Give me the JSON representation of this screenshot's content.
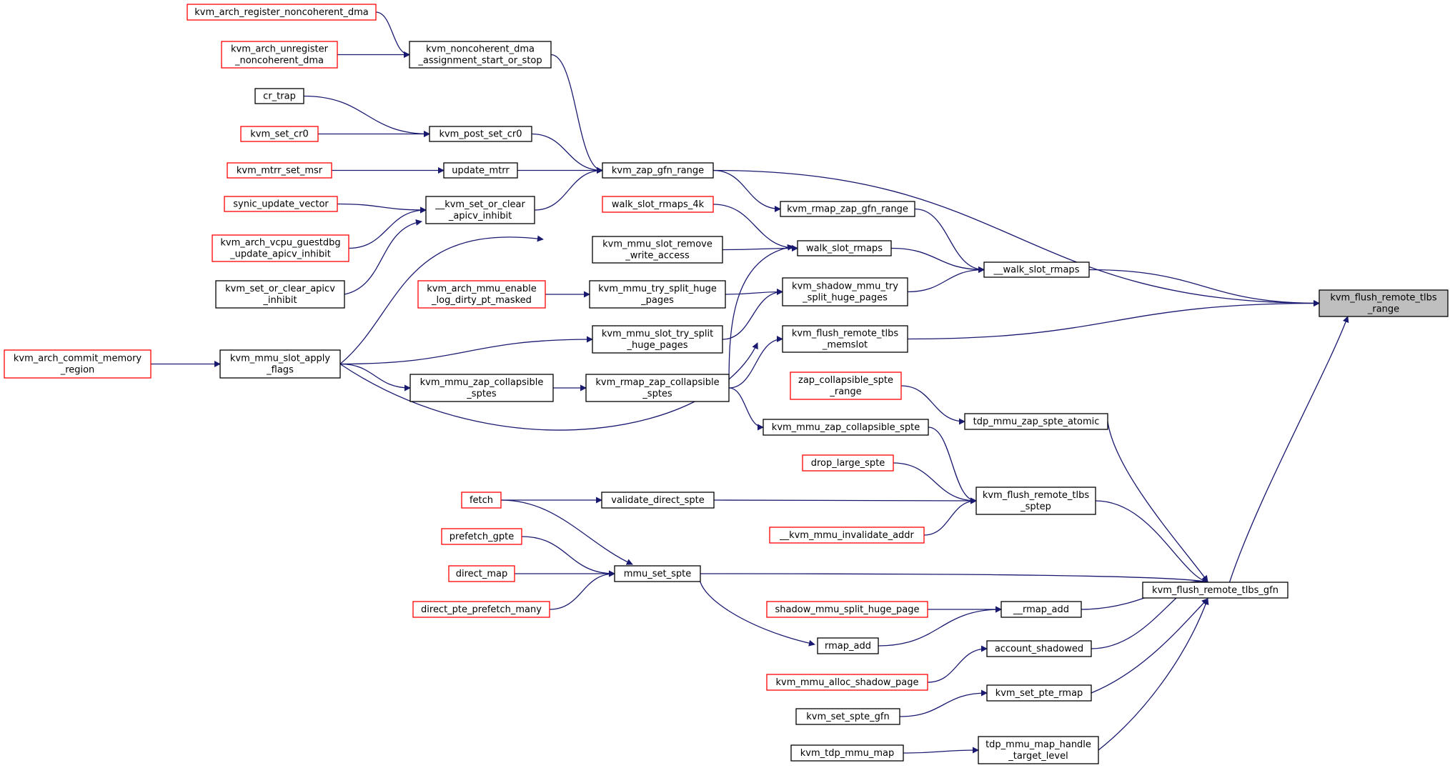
{
  "colors": {
    "edge": "#191970",
    "border_default": "#000000",
    "border_red": "#ff0000",
    "root_fill": "#bfbfbf",
    "node_fill": "#ffffff"
  },
  "nodes": [
    {
      "id": "kvm_flush_remote_tlbs_range",
      "lines": [
        "kvm_flush_remote_tlbs",
        "_range"
      ],
      "style": "root"
    },
    {
      "id": "__walk_slot_rmaps",
      "lines": [
        "__walk_slot_rmaps"
      ],
      "style": "default"
    },
    {
      "id": "kvm_zap_gfn_range",
      "lines": [
        "kvm_zap_gfn_range"
      ],
      "style": "default"
    },
    {
      "id": "kvm_flush_remote_tlbs_memslot",
      "lines": [
        "kvm_flush_remote_tlbs",
        "_memslot"
      ],
      "style": "default"
    },
    {
      "id": "kvm_flush_remote_tlbs_gfn",
      "lines": [
        "kvm_flush_remote_tlbs_gfn"
      ],
      "style": "default"
    },
    {
      "id": "kvm_rmap_zap_gfn_range",
      "lines": [
        "kvm_rmap_zap_gfn_range"
      ],
      "style": "default"
    },
    {
      "id": "walk_slot_rmaps",
      "lines": [
        "walk_slot_rmaps"
      ],
      "style": "default"
    },
    {
      "id": "kvm_shadow_mmu_try_split_huge_pages",
      "lines": [
        "kvm_shadow_mmu_try",
        "_split_huge_pages"
      ],
      "style": "default"
    },
    {
      "id": "kvm_noncoherent_dma_assignment_start_or_stop",
      "lines": [
        "kvm_noncoherent_dma",
        "_assignment_start_or_stop"
      ],
      "style": "default"
    },
    {
      "id": "kvm_post_set_cr0",
      "lines": [
        "kvm_post_set_cr0"
      ],
      "style": "default"
    },
    {
      "id": "update_mtrr",
      "lines": [
        "update_mtrr"
      ],
      "style": "default"
    },
    {
      "id": "__kvm_set_or_clear_apicv_inhibit",
      "lines": [
        "__kvm_set_or_clear",
        "_apicv_inhibit"
      ],
      "style": "default"
    },
    {
      "id": "kvm_arch_register_noncoherent_dma",
      "lines": [
        "kvm_arch_register_noncoherent_dma"
      ],
      "style": "red"
    },
    {
      "id": "kvm_arch_unregister_noncoherent_dma",
      "lines": [
        "kvm_arch_unregister",
        "_noncoherent_dma"
      ],
      "style": "red"
    },
    {
      "id": "cr_trap",
      "lines": [
        "cr_trap"
      ],
      "style": "default"
    },
    {
      "id": "kvm_set_cr0",
      "lines": [
        "kvm_set_cr0"
      ],
      "style": "red"
    },
    {
      "id": "kvm_mtrr_set_msr",
      "lines": [
        "kvm_mtrr_set_msr"
      ],
      "style": "red"
    },
    {
      "id": "synic_update_vector",
      "lines": [
        "synic_update_vector"
      ],
      "style": "red"
    },
    {
      "id": "kvm_arch_vcpu_guestdbg_update_apicv_inhibit",
      "lines": [
        "kvm_arch_vcpu_guestdbg",
        "_update_apicv_inhibit"
      ],
      "style": "red"
    },
    {
      "id": "kvm_set_or_clear_apicv_inhibit",
      "lines": [
        "kvm_set_or_clear_apicv",
        "_inhibit"
      ],
      "style": "default"
    },
    {
      "id": "walk_slot_rmaps_4k",
      "lines": [
        "walk_slot_rmaps_4k"
      ],
      "style": "red"
    },
    {
      "id": "kvm_mmu_slot_remove_write_access",
      "lines": [
        "kvm_mmu_slot_remove",
        "_write_access"
      ],
      "style": "default"
    },
    {
      "id": "kvm_rmap_zap_collapsible_sptes",
      "lines": [
        "kvm_rmap_zap_collapsible",
        "_sptes"
      ],
      "style": "default"
    },
    {
      "id": "kvm_mmu_try_split_huge_pages",
      "lines": [
        "kvm_mmu_try_split_huge",
        "_pages"
      ],
      "style": "default"
    },
    {
      "id": "kvm_mmu_slot_try_split_huge_pages",
      "lines": [
        "kvm_mmu_slot_try_split",
        "_huge_pages"
      ],
      "style": "default"
    },
    {
      "id": "kvm_mmu_slot_apply_flags",
      "lines": [
        "kvm_mmu_slot_apply",
        "_flags"
      ],
      "style": "default"
    },
    {
      "id": "kvm_arch_mmu_enable_log_dirty_pt_masked",
      "lines": [
        "kvm_arch_mmu_enable",
        "_log_dirty_pt_masked"
      ],
      "style": "red"
    },
    {
      "id": "kvm_mmu_zap_collapsible_sptes",
      "lines": [
        "kvm_mmu_zap_collapsible",
        "_sptes"
      ],
      "style": "default"
    },
    {
      "id": "kvm_arch_commit_memory_region",
      "lines": [
        "kvm_arch_commit_memory",
        "_region"
      ],
      "style": "red"
    },
    {
      "id": "tdp_mmu_zap_spte_atomic",
      "lines": [
        "tdp_mmu_zap_spte_atomic"
      ],
      "style": "default"
    },
    {
      "id": "zap_collapsible_spte_range",
      "lines": [
        "zap_collapsible_spte",
        "_range"
      ],
      "style": "red"
    },
    {
      "id": "kvm_mmu_zap_collapsible_spte",
      "lines": [
        "kvm_mmu_zap_collapsible_spte"
      ],
      "style": "default"
    },
    {
      "id": "kvm_flush_remote_tlbs_sptep",
      "lines": [
        "kvm_flush_remote_tlbs",
        "_sptep"
      ],
      "style": "default"
    },
    {
      "id": "drop_large_spte",
      "lines": [
        "drop_large_spte"
      ],
      "style": "red"
    },
    {
      "id": "validate_direct_spte",
      "lines": [
        "validate_direct_spte"
      ],
      "style": "default"
    },
    {
      "id": "__kvm_mmu_invalidate_addr",
      "lines": [
        "__kvm_mmu_invalidate_addr"
      ],
      "style": "red"
    },
    {
      "id": "fetch",
      "lines": [
        "fetch"
      ],
      "style": "red"
    },
    {
      "id": "mmu_set_spte",
      "lines": [
        "mmu_set_spte"
      ],
      "style": "default"
    },
    {
      "id": "prefetch_gpte",
      "lines": [
        "prefetch_gpte"
      ],
      "style": "red"
    },
    {
      "id": "direct_map",
      "lines": [
        "direct_map"
      ],
      "style": "red"
    },
    {
      "id": "direct_pte_prefetch_many",
      "lines": [
        "direct_pte_prefetch_many"
      ],
      "style": "red"
    },
    {
      "id": "__rmap_add",
      "lines": [
        "__rmap_add"
      ],
      "style": "default"
    },
    {
      "id": "shadow_mmu_split_huge_page",
      "lines": [
        "shadow_mmu_split_huge_page"
      ],
      "style": "red"
    },
    {
      "id": "rmap_add",
      "lines": [
        "rmap_add"
      ],
      "style": "default"
    },
    {
      "id": "account_shadowed",
      "lines": [
        "account_shadowed"
      ],
      "style": "default"
    },
    {
      "id": "kvm_mmu_alloc_shadow_page",
      "lines": [
        "kvm_mmu_alloc_shadow_page"
      ],
      "style": "red"
    },
    {
      "id": "kvm_set_pte_rmap",
      "lines": [
        "kvm_set_pte_rmap"
      ],
      "style": "default"
    },
    {
      "id": "kvm_set_spte_gfn",
      "lines": [
        "kvm_set_spte_gfn"
      ],
      "style": "default"
    },
    {
      "id": "tdp_mmu_map_handle_target_level",
      "lines": [
        "tdp_mmu_map_handle",
        "_target_level"
      ],
      "style": "default"
    },
    {
      "id": "kvm_tdp_mmu_map",
      "lines": [
        "kvm_tdp_mmu_map"
      ],
      "style": "default"
    }
  ],
  "edges": [
    [
      "__walk_slot_rmaps",
      "kvm_flush_remote_tlbs_range"
    ],
    [
      "kvm_zap_gfn_range",
      "kvm_flush_remote_tlbs_range"
    ],
    [
      "kvm_flush_remote_tlbs_memslot",
      "kvm_flush_remote_tlbs_range"
    ],
    [
      "kvm_flush_remote_tlbs_gfn",
      "kvm_flush_remote_tlbs_range"
    ],
    [
      "kvm_rmap_zap_gfn_range",
      "__walk_slot_rmaps"
    ],
    [
      "walk_slot_rmaps",
      "__walk_slot_rmaps"
    ],
    [
      "kvm_shadow_mmu_try_split_huge_pages",
      "__walk_slot_rmaps"
    ],
    [
      "kvm_noncoherent_dma_assignment_start_or_stop",
      "kvm_zap_gfn_range"
    ],
    [
      "kvm_post_set_cr0",
      "kvm_zap_gfn_range"
    ],
    [
      "update_mtrr",
      "kvm_zap_gfn_range"
    ],
    [
      "__kvm_set_or_clear_apicv_inhibit",
      "kvm_zap_gfn_range"
    ],
    [
      "kvm_zap_gfn_range",
      "kvm_rmap_zap_gfn_range"
    ],
    [
      "kvm_arch_register_noncoherent_dma",
      "kvm_noncoherent_dma_assignment_start_or_stop"
    ],
    [
      "kvm_arch_unregister_noncoherent_dma",
      "kvm_noncoherent_dma_assignment_start_or_stop"
    ],
    [
      "cr_trap",
      "kvm_post_set_cr0"
    ],
    [
      "kvm_set_cr0",
      "kvm_post_set_cr0"
    ],
    [
      "kvm_mtrr_set_msr",
      "update_mtrr"
    ],
    [
      "synic_update_vector",
      "__kvm_set_or_clear_apicv_inhibit"
    ],
    [
      "kvm_arch_vcpu_guestdbg_update_apicv_inhibit",
      "__kvm_set_or_clear_apicv_inhibit"
    ],
    [
      "kvm_set_or_clear_apicv_inhibit",
      "__kvm_set_or_clear_apicv_inhibit"
    ],
    [
      "walk_slot_rmaps_4k",
      "walk_slot_rmaps"
    ],
    [
      "kvm_mmu_slot_remove_write_access",
      "walk_slot_rmaps"
    ],
    [
      "kvm_rmap_zap_collapsible_sptes",
      "walk_slot_rmaps"
    ],
    [
      "kvm_mmu_try_split_huge_pages",
      "kvm_shadow_mmu_try_split_huge_pages"
    ],
    [
      "kvm_mmu_slot_try_split_huge_pages",
      "kvm_shadow_mmu_try_split_huge_pages"
    ],
    [
      "kvm_mmu_slot_apply_flags",
      "kvm_mmu_slot_remove_write_access"
    ],
    [
      "kvm_arch_mmu_enable_log_dirty_pt_masked",
      "kvm_mmu_try_split_huge_pages"
    ],
    [
      "kvm_mmu_slot_apply_flags",
      "kvm_mmu_slot_try_split_huge_pages"
    ],
    [
      "kvm_arch_commit_memory_region",
      "kvm_mmu_slot_apply_flags"
    ],
    [
      "kvm_mmu_slot_apply_flags",
      "kvm_mmu_zap_collapsible_sptes"
    ],
    [
      "kvm_mmu_zap_collapsible_sptes",
      "kvm_rmap_zap_collapsible_sptes"
    ],
    [
      "kvm_rmap_zap_collapsible_sptes",
      "kvm_flush_remote_tlbs_memslot"
    ],
    [
      "kvm_mmu_slot_apply_flags",
      "kvm_flush_remote_tlbs_memslot"
    ],
    [
      "kvm_rmap_zap_collapsible_sptes",
      "kvm_mmu_zap_collapsible_spte"
    ],
    [
      "zap_collapsible_spte_range",
      "tdp_mmu_zap_spte_atomic"
    ],
    [
      "tdp_mmu_zap_spte_atomic",
      "kvm_flush_remote_tlbs_gfn"
    ],
    [
      "kvm_mmu_zap_collapsible_spte",
      "kvm_flush_remote_tlbs_sptep"
    ],
    [
      "drop_large_spte",
      "kvm_flush_remote_tlbs_sptep"
    ],
    [
      "validate_direct_spte",
      "kvm_flush_remote_tlbs_sptep"
    ],
    [
      "__kvm_mmu_invalidate_addr",
      "kvm_flush_remote_tlbs_sptep"
    ],
    [
      "kvm_flush_remote_tlbs_sptep",
      "kvm_flush_remote_tlbs_gfn"
    ],
    [
      "fetch",
      "validate_direct_spte"
    ],
    [
      "fetch",
      "mmu_set_spte"
    ],
    [
      "prefetch_gpte",
      "mmu_set_spte"
    ],
    [
      "direct_map",
      "mmu_set_spte"
    ],
    [
      "direct_pte_prefetch_many",
      "mmu_set_spte"
    ],
    [
      "mmu_set_spte",
      "kvm_flush_remote_tlbs_gfn"
    ],
    [
      "mmu_set_spte",
      "rmap_add"
    ],
    [
      "__rmap_add",
      "kvm_flush_remote_tlbs_gfn"
    ],
    [
      "shadow_mmu_split_huge_page",
      "__rmap_add"
    ],
    [
      "rmap_add",
      "__rmap_add"
    ],
    [
      "account_shadowed",
      "kvm_flush_remote_tlbs_gfn"
    ],
    [
      "kvm_mmu_alloc_shadow_page",
      "account_shadowed"
    ],
    [
      "kvm_set_pte_rmap",
      "kvm_flush_remote_tlbs_gfn"
    ],
    [
      "kvm_set_spte_gfn",
      "kvm_set_pte_rmap"
    ],
    [
      "tdp_mmu_map_handle_target_level",
      "kvm_flush_remote_tlbs_gfn"
    ],
    [
      "kvm_tdp_mmu_map",
      "tdp_mmu_map_handle_target_level"
    ]
  ]
}
